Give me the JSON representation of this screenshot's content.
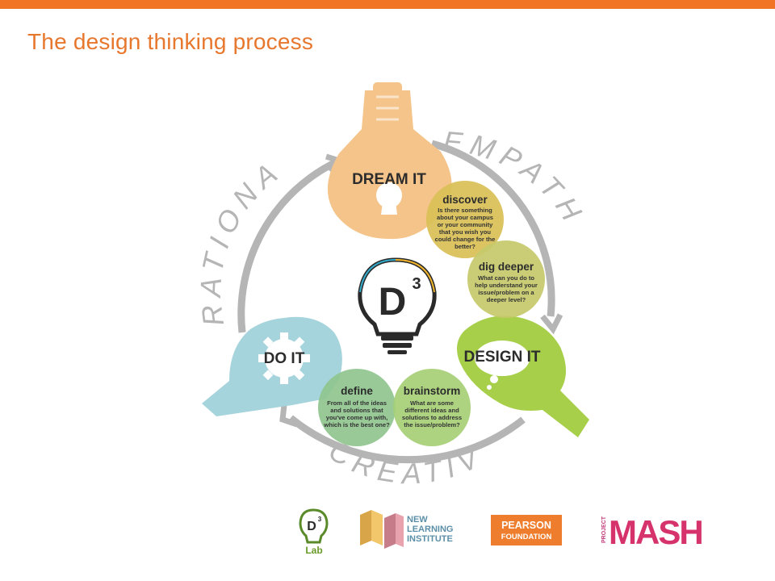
{
  "slide": {
    "title": "The design thinking process"
  },
  "diagram": {
    "arcs": {
      "empathy": "EMPATHY",
      "creativity": "CREATIVITY",
      "rationality": "RATIONALITY"
    },
    "bulbs": {
      "dream": "DREAM IT",
      "design": "DESIGN IT",
      "do": "DO IT"
    },
    "center_logo": {
      "letter": "D",
      "exponent": "3"
    },
    "steps": {
      "discover": {
        "title": "discover",
        "lines": [
          "Is there something",
          "about your campus",
          "or your community",
          "that you wish you",
          "could change for the",
          "better?"
        ]
      },
      "dig_deeper": {
        "title": "dig deeper",
        "lines": [
          "What can you do to",
          "help understand your",
          "issue/problem on a",
          "deeper level?"
        ]
      },
      "brainstorm": {
        "title": "brainstorm",
        "lines": [
          "What are some",
          "different ideas and",
          "solutions to address",
          "the issue/problem?"
        ]
      },
      "define": {
        "title": "define",
        "lines": [
          "From all of the ideas",
          "and solutions that",
          "you've come up with,",
          "which is the best one?"
        ]
      }
    },
    "colors": {
      "dream_bulb": "#f4c48a",
      "design_bulb": "#a8cf4a",
      "do_bulb": "#a6d4dc",
      "discover_circle": "#d9bf55",
      "dig_circle": "#c6c96a",
      "brainstorm_circle": "#a6cf76",
      "define_circle": "#8fc48e",
      "arc_gray": "#b5b5b5",
      "accent_orange": "#f07424"
    }
  },
  "footer_logos": {
    "d3lab": {
      "top": "D",
      "sup": "3",
      "bottom": "Lab"
    },
    "nli": {
      "line1": "NEW",
      "line2": "LEARNING",
      "line3": "INSTITUTE"
    },
    "pearson": {
      "line1": "PEARSON",
      "line2": "FOUNDATION"
    },
    "mash": {
      "prefix": "PROJECT",
      "word": "MASH"
    }
  }
}
